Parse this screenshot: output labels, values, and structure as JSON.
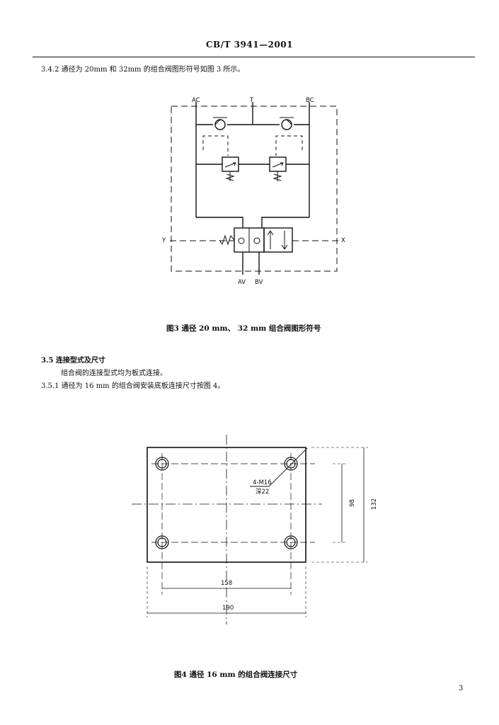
{
  "header": {
    "standard_code": "CB/T 3941—2001"
  },
  "sections": {
    "s342": {
      "text": "3.4.2  通径为 20mm 和 32mm 的组合阀图形符号如图 3 所示。"
    },
    "s35": {
      "heading": "3.5   连接型式及尺寸",
      "text": "组合阀的连接型式均为板式连接。"
    },
    "s351": {
      "text": "3.5.1   通径为 16 mm 的组合阀安装底板连接尺寸按图 4。"
    }
  },
  "figure3": {
    "caption": "图3   通径 20 mm、 32 mm 组合阀图形符号",
    "port_ac": "AC",
    "port_t": "T",
    "port_bc": "BC",
    "port_y": "Y",
    "port_x": "X",
    "port_av": "AV",
    "port_bv": "BV"
  },
  "figure4": {
    "caption": "图4   通径 16 mm 的组合阀连接尺寸",
    "thread_label": "4-M16",
    "depth_label": "深22",
    "dim_158": "158",
    "dim_190": "190",
    "dim_98": "98",
    "dim_132": "132"
  },
  "page_number": "3"
}
